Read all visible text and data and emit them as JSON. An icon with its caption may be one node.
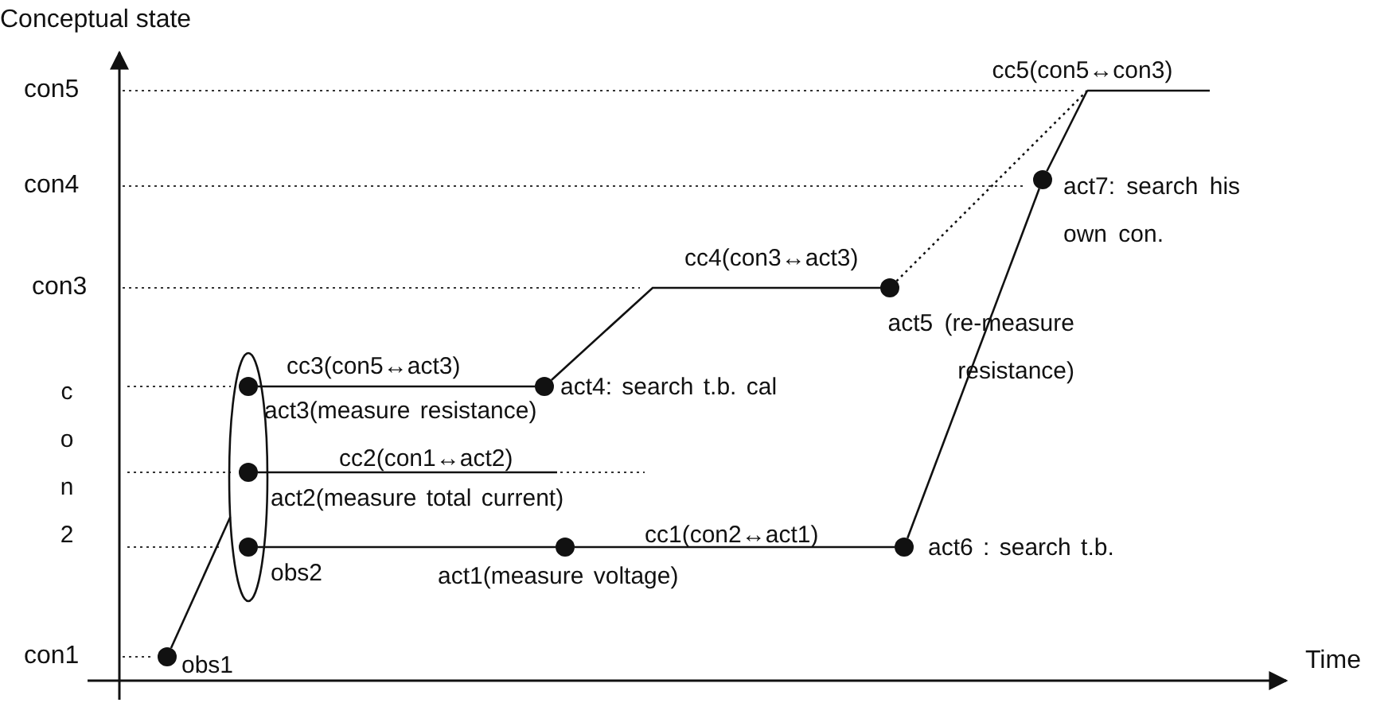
{
  "diagram": {
    "nodes": [
      {
        "text": [],
        "shape": "ellipse"
      },
      {
        "text": [],
        "shape": "circle",
        "beside": [
          "obs1"
        ]
      },
      {
        "text": [],
        "shape": "circle",
        "beside": [
          "obs2"
        ],
        "in": 0
      },
      {
        "text": [],
        "shape": "circle",
        "beside": [
          "act2(measure total current)"
        ],
        "in": 0
      },
      {
        "text": [],
        "shape": "circle",
        "beside": [
          "act3(measure resistance)"
        ],
        "in": 0
      },
      {
        "text": [],
        "shape": "circle",
        "beside": [
          "act1(measure voltage)"
        ]
      },
      {
        "text": [],
        "shape": "circle",
        "beside": [
          "act6 : search t.b."
        ]
      },
      {
        "text": [],
        "shape": "circle",
        "beside": [
          "act4: search t.b. cal"
        ]
      },
      {
        "text": [],
        "shape": "circle",
        "beside": [
          "act5 (re-measure resistance)"
        ]
      },
      {
        "text": [],
        "shape": "circle",
        "beside": [
          "act7: search his own con."
        ]
      },
      {
        "text": [
          "cc5(con5↔con3)"
        ]
      }
    ],
    "edges": [
      {
        "from": 1,
        "to": 0,
        "arrow": "none"
      },
      {
        "from": 2,
        "to": 5,
        "arrow": "none"
      },
      {
        "from": 5,
        "to": 6,
        "arrow": "none",
        "label": "cc1(con2↔act1)"
      },
      {
        "from": 3,
        "to": null,
        "arrow": "none",
        "label": "cc2(con1↔act2)"
      },
      {
        "from": 4,
        "to": 7,
        "arrow": "none",
        "label": "cc3(con5↔act3)"
      },
      {
        "from": 7,
        "to": 8,
        "arrow": "none",
        "label": "cc4(con3↔act3)"
      },
      {
        "from": 8,
        "to": 10,
        "arrow": "none",
        "style": "dashed"
      },
      {
        "from": 6,
        "to": 9,
        "arrow": "none"
      },
      {
        "from": 9,
        "to": 10,
        "arrow": "none"
      },
      {
        "from": 10,
        "to": null,
        "arrow": "none"
      }
    ],
    "labels": [
      "Conceptual state",
      "con5",
      "con4",
      "con3",
      "con2",
      "con1",
      "Time"
    ]
  }
}
